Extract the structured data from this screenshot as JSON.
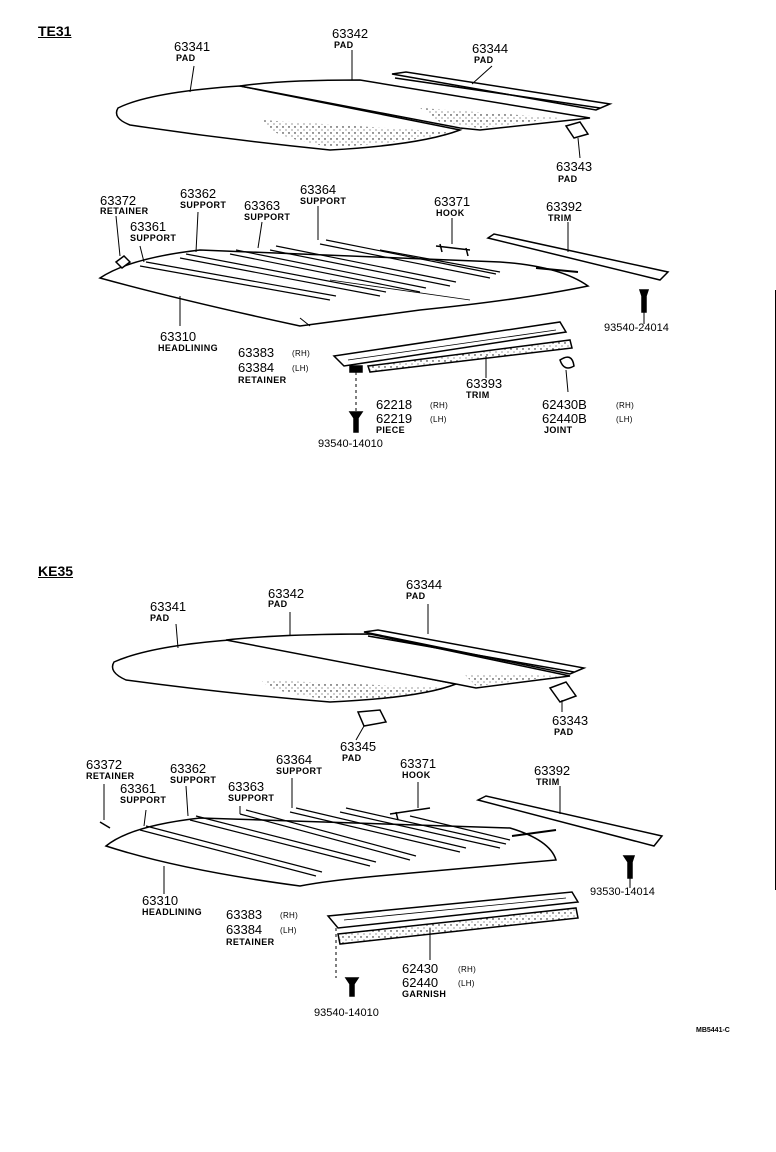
{
  "sections": [
    {
      "title": "TE31",
      "parts": [
        {
          "number": "63341",
          "desc": "PAD"
        },
        {
          "number": "63342",
          "desc": "PAD"
        },
        {
          "number": "63344",
          "desc": "PAD"
        },
        {
          "number": "63343",
          "desc": "PAD"
        },
        {
          "number": "63372",
          "desc": "RETAINER"
        },
        {
          "number": "63361",
          "desc": "SUPPORT"
        },
        {
          "number": "63362",
          "desc": "SUPPORT"
        },
        {
          "number": "63363",
          "desc": "SUPPORT"
        },
        {
          "number": "63364",
          "desc": "SUPPORT"
        },
        {
          "number": "63371",
          "desc": "HOOK"
        },
        {
          "number": "63392",
          "desc": "TRIM"
        },
        {
          "number": "93540-24014",
          "desc": ""
        },
        {
          "number": "63310",
          "desc": "HEADLINING"
        },
        {
          "number": "63383",
          "side": "(RH)"
        },
        {
          "number": "63384",
          "side": "(LH)",
          "desc": "RETAINER"
        },
        {
          "number": "63393",
          "desc": "TRIM"
        },
        {
          "number": "62218",
          "side": "(RH)"
        },
        {
          "number": "62219",
          "side": "(LH)",
          "desc": "PIECE"
        },
        {
          "number": "62430B",
          "side": "(RH)"
        },
        {
          "number": "62440B",
          "side": "(LH)",
          "desc": "JOINT"
        },
        {
          "number": "93540-14010",
          "desc": ""
        }
      ]
    },
    {
      "title": "KE35",
      "parts": [
        {
          "number": "63341",
          "desc": "PAD"
        },
        {
          "number": "63342",
          "desc": "PAD"
        },
        {
          "number": "63344",
          "desc": "PAD"
        },
        {
          "number": "63343",
          "desc": "PAD"
        },
        {
          "number": "63345",
          "desc": "PAD"
        },
        {
          "number": "63372",
          "desc": "RETAINER"
        },
        {
          "number": "63361",
          "desc": "SUPPORT"
        },
        {
          "number": "63362",
          "desc": "SUPPORT"
        },
        {
          "number": "63363",
          "desc": "SUPPORT"
        },
        {
          "number": "63364",
          "desc": "SUPPORT"
        },
        {
          "number": "63371",
          "desc": "HOOK"
        },
        {
          "number": "63392",
          "desc": "TRIM"
        },
        {
          "number": "93530-14014",
          "desc": ""
        },
        {
          "number": "63310",
          "desc": "HEADLINING"
        },
        {
          "number": "63383",
          "side": "(RH)"
        },
        {
          "number": "63384",
          "side": "(LH)",
          "desc": "RETAINER"
        },
        {
          "number": "62430",
          "side": "(RH)"
        },
        {
          "number": "62440",
          "side": "(LH)",
          "desc": "GARNISH"
        },
        {
          "number": "93540-14010",
          "desc": ""
        }
      ]
    }
  ],
  "figure_code": "MB5441-C",
  "colors": {
    "ink": "#000000",
    "paper": "#ffffff"
  }
}
